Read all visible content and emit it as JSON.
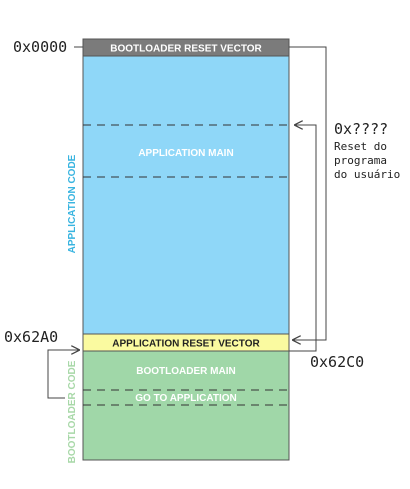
{
  "colors": {
    "bootloader_vector": "#7b7b7b",
    "application_area": "#8fd7f8",
    "application_vector": "#fafaa0",
    "bootloader_area": "#a0d7a8",
    "vertical_app_label": "#38b4e0",
    "vertical_boot_label": "#a8d8a8"
  },
  "blocks": {
    "bootloader_reset_vector": "BOOTLOADER RESET VECTOR",
    "application_main": "APPLICATION MAIN",
    "application_reset_vector": "APPLICATION RESET VECTOR",
    "bootloader_main": "BOOTLOADER MAIN",
    "go_to_application": "GO TO APPLICATION"
  },
  "side_labels": {
    "application_code": "APPLICATION CODE",
    "bootloader_code": "BOOTLOADER CODE"
  },
  "addresses": {
    "start": "0x0000",
    "boot_start": "0x62A0",
    "app_vector_target": "0x62C0",
    "user_reset": "0x????"
  },
  "annotation": {
    "line1": "Reset do",
    "line2": "programa",
    "line3": "do usuário"
  }
}
